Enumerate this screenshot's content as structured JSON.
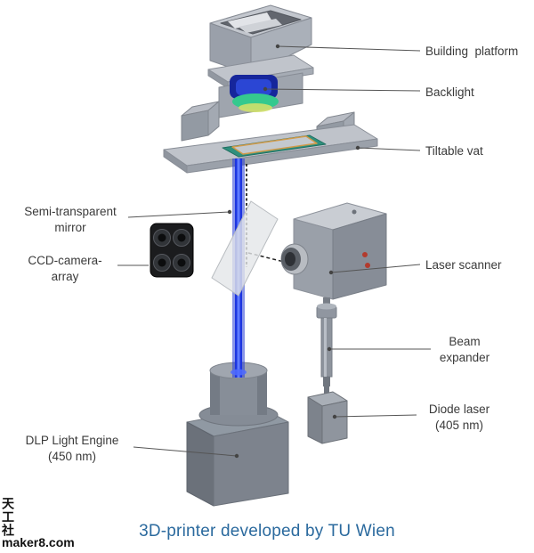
{
  "labels": {
    "building_platform": "Building  platform",
    "backlight": "Backlight",
    "tiltable_vat": "Tiltable vat",
    "semi_transparent_mirror": "Semi-transparent\nmirror",
    "ccd_camera_array": "CCD-camera-\narray",
    "laser_scanner": "Laser scanner",
    "beam_expander": "Beam\nexpander",
    "diode_laser": "Diode laser\n(405 nm)",
    "dlp_light_engine": "DLP Light Engine\n(450 nm)"
  },
  "caption": "3D-printer developed by TU Wien",
  "watermark": {
    "vertical_text": "天工社",
    "site": "maker8.com"
  },
  "colors": {
    "caption_blue": "#2b6a9e",
    "beam_blue": "#1d35e0",
    "vat_green": "#2f8f7d",
    "backlight_navy": "#16269b",
    "backlight_green": "#35c98e",
    "machine_gray": "#9aa0aa"
  }
}
